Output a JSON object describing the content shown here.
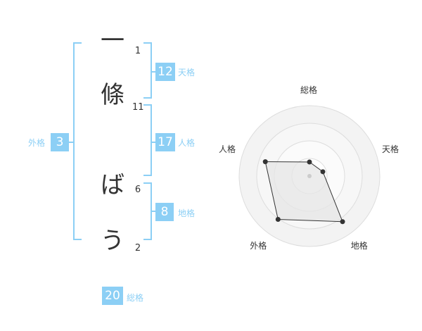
{
  "name_chars": [
    {
      "char": "一",
      "strokes": "1"
    },
    {
      "char": "條",
      "strokes": "11"
    },
    {
      "char": "ば",
      "strokes": "6"
    },
    {
      "char": "う",
      "strokes": "2"
    }
  ],
  "kaku": {
    "ten": {
      "value": "12",
      "label": "天格"
    },
    "jin": {
      "value": "17",
      "label": "人格"
    },
    "chi": {
      "value": "8",
      "label": "地格"
    },
    "gai": {
      "value": "3",
      "label": "外格"
    },
    "sou": {
      "value": "20",
      "label": "総格"
    }
  },
  "colors": {
    "accent": "#8ccff5",
    "text": "#333333",
    "polygon_fill": "#e6e6e6"
  },
  "chart_data": {
    "type": "radar",
    "axes": [
      "総格",
      "天格",
      "地格",
      "外格",
      "人格"
    ],
    "values": [
      1,
      1,
      4,
      3.8,
      3.3
    ],
    "rmax": 5,
    "rings": 4
  }
}
